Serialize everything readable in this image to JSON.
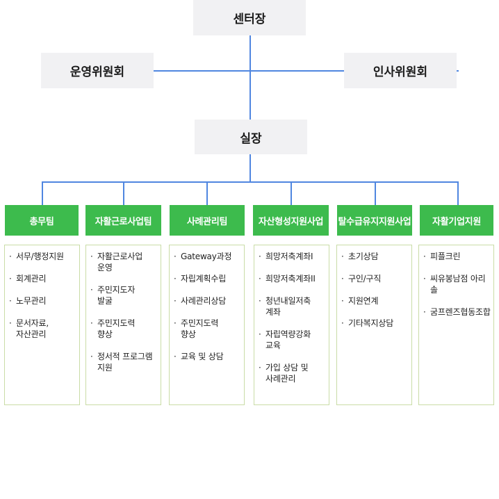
{
  "center": "센터장",
  "left_committee": "운영위원회",
  "right_committee": "인사위원회",
  "director": "실장",
  "teams": [
    {
      "name": "총무팀",
      "items": [
        "서무/행정지원",
        "회계관리",
        "노무관리",
        "문서자료,\n자산관리"
      ]
    },
    {
      "name": "자활근로사업팀",
      "items": [
        "자활근로사업\n운영",
        "주민지도자\n발굴",
        "주민지도력\n향상",
        "정서적 프로그램\n지원"
      ]
    },
    {
      "name": "사례관리팀",
      "items": [
        "Gateway과정",
        "자립계획수립",
        "사례관리상담",
        "주민지도력\n향상",
        "교육 및 상담"
      ]
    },
    {
      "name": "자산형성지원사업",
      "items": [
        "희망저축계좌I",
        "희망저축계좌II",
        "청년내일저축\n계좌",
        "자립역량강화\n교육",
        "가입 상담 및\n사례관리"
      ]
    },
    {
      "name": "탈수급유지지원사업",
      "items": [
        "초기상담",
        "구인/구직",
        "지원연계",
        "기타복지상담"
      ]
    },
    {
      "name": "자활기업지원",
      "items": [
        "피플크린",
        "씨유봉남점 아리솔",
        "굼프렌즈협동조합"
      ]
    }
  ]
}
